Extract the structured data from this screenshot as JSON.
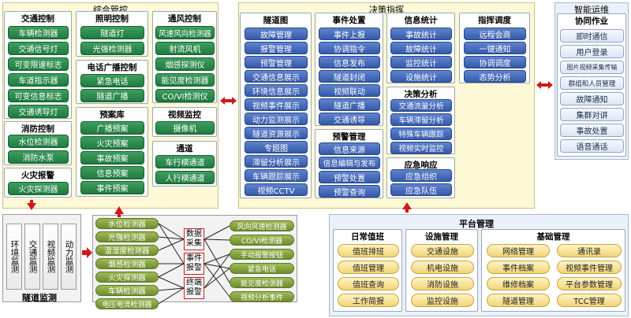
{
  "titles": {
    "integrated": "综合管控",
    "decision": "决策指挥",
    "ops": "智能运维",
    "tunnel_monitor": "隧道监测",
    "platform": "平台管理"
  },
  "traffic": {
    "title": "交通控制",
    "items": [
      "车辆检测器",
      "交通信号灯",
      "可变限速标志",
      "车道指示器",
      "可变信息标志",
      "交通诱导灯"
    ]
  },
  "fire": {
    "title": "消防控制",
    "items": [
      "水位检测器",
      "消防水泵"
    ]
  },
  "alarm": {
    "title": "火灾报警",
    "items": [
      "火灾探测器"
    ]
  },
  "lighting": {
    "title": "照明控制",
    "items": [
      "隧道灯",
      "光强检测器"
    ]
  },
  "broadcast": {
    "title": "电话广播控制",
    "items": [
      "紧急电话",
      "隧道广播"
    ]
  },
  "plan": {
    "title": "预案库",
    "items": [
      "广播预案",
      "火灾预案",
      "事故预案",
      "信息预案",
      "事件预案"
    ]
  },
  "vent": {
    "title": "通风控制",
    "items": [
      "风速风向检测器",
      "射流风机",
      "烟感探测仪",
      "能见度检测器",
      "CO/VI检测仪"
    ]
  },
  "video": {
    "title": "视频监控",
    "items": [
      "摄像机"
    ]
  },
  "channel": {
    "title": "通道",
    "items": [
      "车行横通道",
      "人行横通道"
    ]
  },
  "tunnel_map": {
    "title": "隧道图",
    "items": [
      "故障管理",
      "报警管理",
      "预警管理",
      "交通信息展示",
      "环境信息展示",
      "视频事件展示",
      "动力监测展示",
      "隧道资源展示",
      "专题图",
      "滞留分析展示",
      "车辆跟踪展示",
      "视频CCTV"
    ]
  },
  "event": {
    "title": "事件处置",
    "items": [
      "事件上报",
      "协调指令",
      "信息发布",
      "隧道封闭",
      "视频联动",
      "隧道广播",
      "交通诱导"
    ]
  },
  "warning": {
    "title": "预警管理",
    "items": [
      "信息来源",
      "信息编辑与发布",
      "预警处置",
      "预警查询"
    ]
  },
  "stats": {
    "title": "信息统计",
    "items": [
      "事故统计",
      "故障统计",
      "监控统计",
      "设施统计"
    ]
  },
  "analysis": {
    "title": "决策分析",
    "items": [
      "交通流量分析",
      "车辆滞留分析",
      "特殊车辆跟踪",
      "视频实时监控"
    ]
  },
  "response": {
    "title": "应急响应",
    "items": [
      "应急组织",
      "应急队伍"
    ]
  },
  "dispatch": {
    "title": "指挥调度",
    "items": [
      "远程会商",
      "一键通知",
      "协调调度",
      "态势分析"
    ]
  },
  "coop": {
    "title": "协同作业",
    "items": [
      "即时通信",
      "用户登录",
      "图片视频采集传输",
      "群组和人员管理",
      "故障通知",
      "集群对讲",
      "事故处置",
      "语音通话"
    ]
  },
  "monitor_labels": [
    "环境监测",
    "交通监测",
    "视频监测",
    "动力监测"
  ],
  "sensors_left": [
    "水位检测器",
    "光强检测器",
    "温湿度检测器",
    "烟感检测器",
    "火灾探测器",
    "车辆检测器",
    "电压电流检测器"
  ],
  "center_labels": [
    "数据采集",
    "事件报警",
    "终端报警"
  ],
  "sensors_right": [
    "风向风速检测器",
    "CO/VI检测器",
    "手动报警按钮",
    "紧急电话",
    "能见度检测器",
    "视频分析事件"
  ],
  "daily": {
    "title": "日常值班",
    "items": [
      "值班排班",
      "值班管理",
      "值班查询",
      "工作简报"
    ]
  },
  "facility": {
    "title": "设施管理",
    "items": [
      "交通设施",
      "机电设施",
      "消防设施",
      "监控设施"
    ]
  },
  "basic": {
    "title": "基础管理",
    "left": [
      "网络管理",
      "事件档案",
      "维修档案",
      "隧道管理"
    ],
    "right": [
      "通讯录",
      "视频事件管理",
      "平台参数管理",
      "TCC管理"
    ]
  }
}
